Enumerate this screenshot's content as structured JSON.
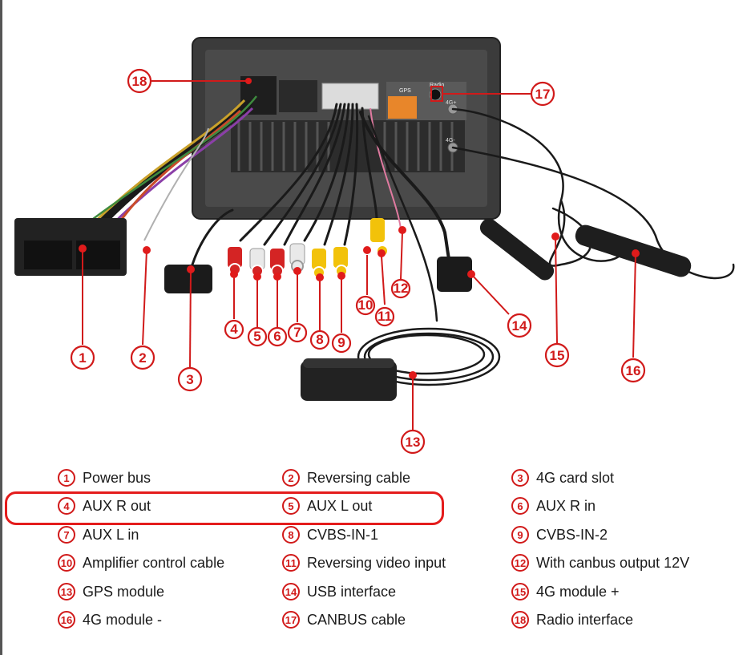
{
  "colors": {
    "callout": "#d11a1a",
    "highlight": "#e41c1c",
    "rca_red": "#d42424",
    "rca_white": "#e9e9e9",
    "rca_yellow": "#f2c20a",
    "unit_body": "#3b3b3b"
  },
  "unit": {
    "gps_label": "GPS",
    "radio_label": "Radio",
    "port_4g_plus": "4G+",
    "port_4g_minus": "4G-"
  },
  "callouts": [
    "1",
    "2",
    "3",
    "4",
    "5",
    "6",
    "7",
    "8",
    "9",
    "10",
    "11",
    "12",
    "13",
    "14",
    "15",
    "16",
    "17",
    "18"
  ],
  "legend": [
    {
      "num": "1",
      "label": "Power bus"
    },
    {
      "num": "2",
      "label": "Reversing cable"
    },
    {
      "num": "3",
      "label": "4G card slot"
    },
    {
      "num": "4",
      "label": "AUX R out"
    },
    {
      "num": "5",
      "label": "AUX L out"
    },
    {
      "num": "6",
      "label": "AUX R in"
    },
    {
      "num": "7",
      "label": "AUX L in"
    },
    {
      "num": "8",
      "label": "CVBS-IN-1"
    },
    {
      "num": "9",
      "label": "CVBS-IN-2"
    },
    {
      "num": "10",
      "label": "Amplifier control cable"
    },
    {
      "num": "11",
      "label": "Reversing video input"
    },
    {
      "num": "12",
      "label": "With canbus output 12V"
    },
    {
      "num": "13",
      "label": "GPS module"
    },
    {
      "num": "14",
      "label": "USB interface"
    },
    {
      "num": "15",
      "label": "4G module +"
    },
    {
      "num": "16",
      "label": "4G module -"
    },
    {
      "num": "17",
      "label": "CANBUS cable"
    },
    {
      "num": "18",
      "label": "Radio interface"
    }
  ]
}
